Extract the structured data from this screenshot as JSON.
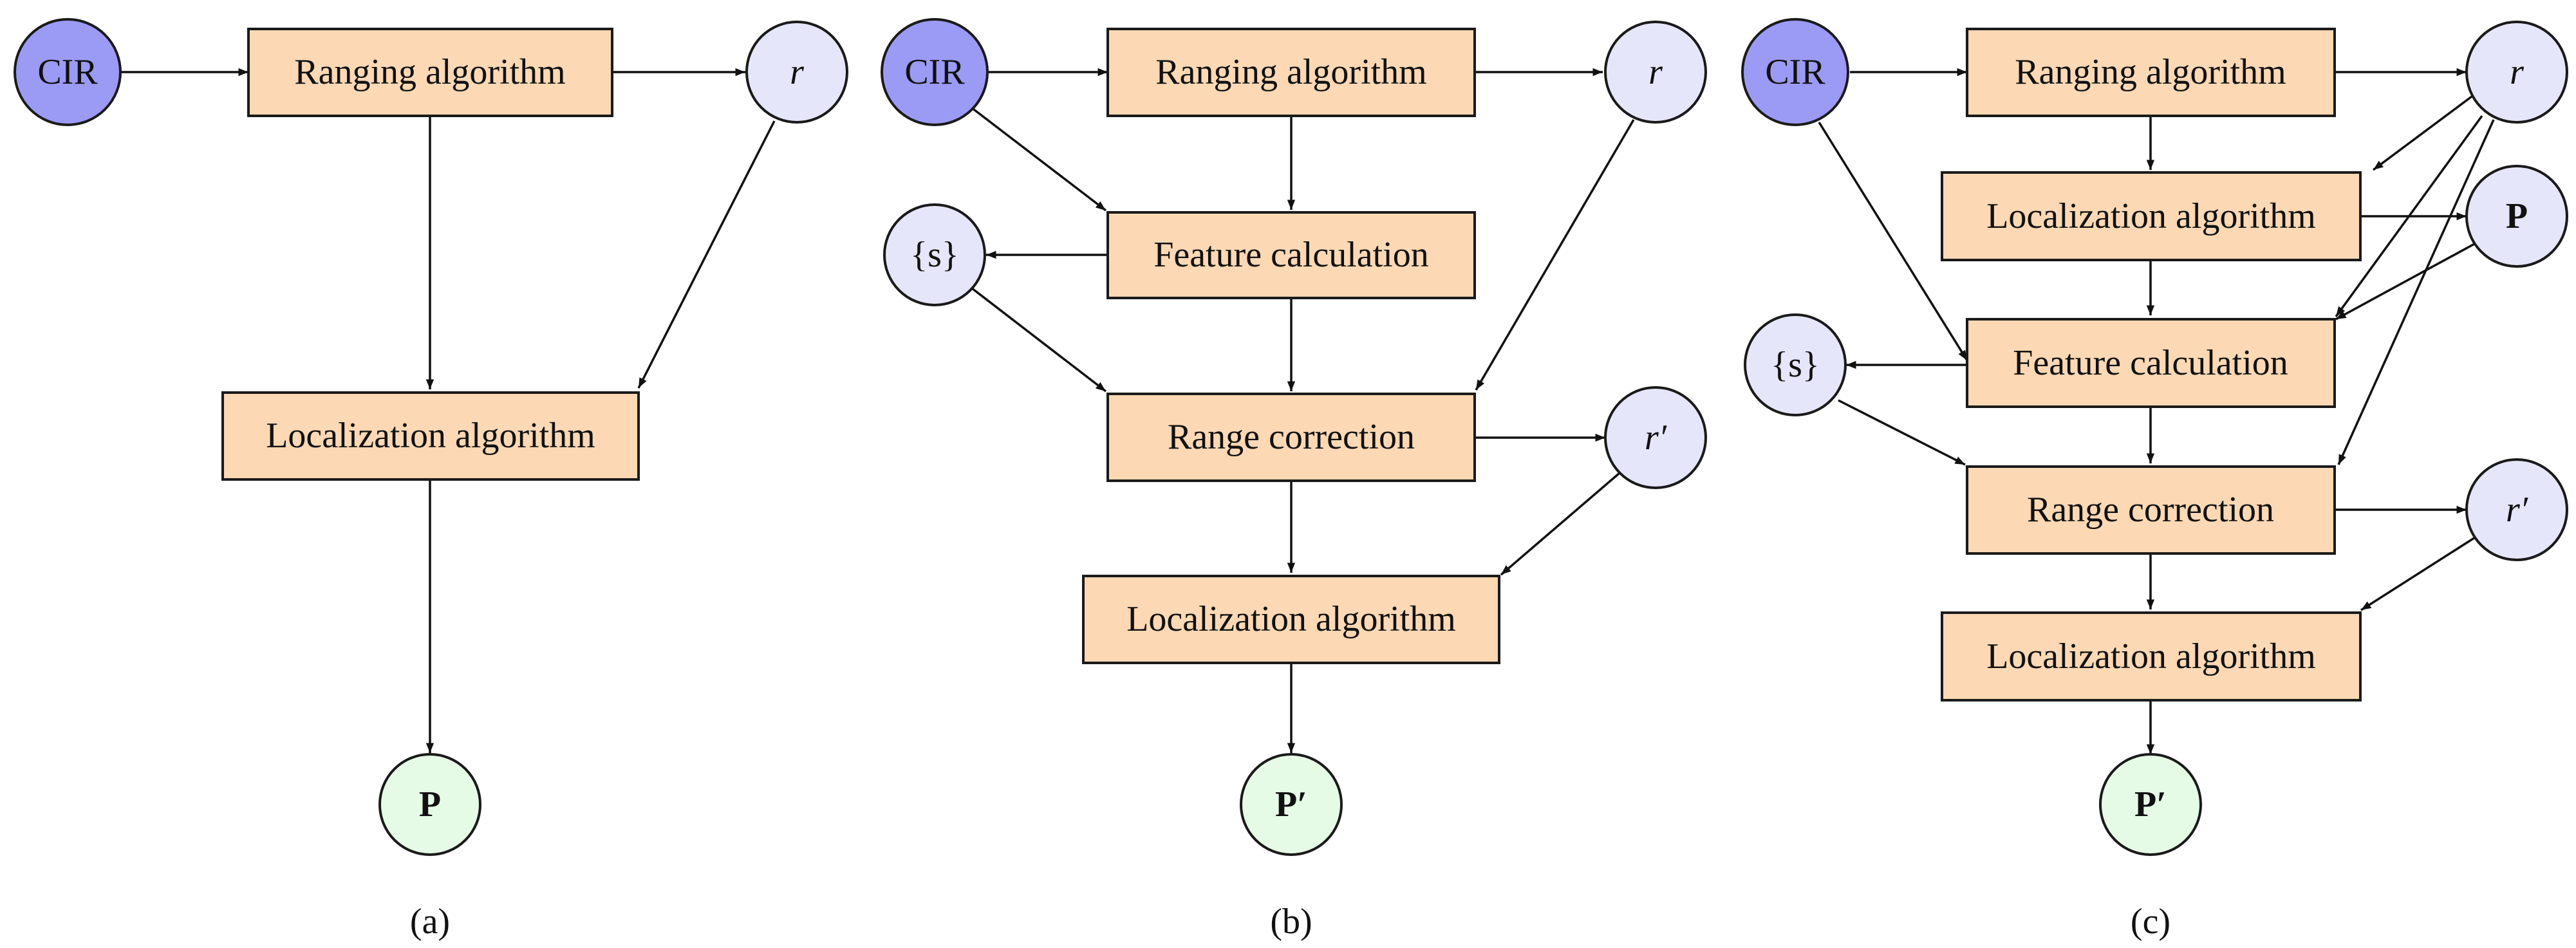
{
  "colors": {
    "process_fill": "#fcd8b4",
    "cir_fill": "#9b9bf5",
    "variable_fill": "#e6e6fa",
    "output_fill": "#e6fbe6",
    "stroke": "#1a1a1a"
  },
  "panels": [
    {
      "caption": "(a)",
      "cir": "CIR",
      "ranging": "Ranging algorithm",
      "r": "r",
      "localization": "Localization algorithm",
      "output": "P"
    },
    {
      "caption": "(b)",
      "cir": "CIR",
      "ranging": "Ranging algorithm",
      "r": "r",
      "feature": "Feature calculation",
      "s": "{s}",
      "correction": "Range correction",
      "r_prime": "r′",
      "localization": "Localization algorithm",
      "output": "P′"
    },
    {
      "caption": "(c)",
      "cir": "CIR",
      "ranging": "Ranging algorithm",
      "r": "r",
      "localization_1": "Localization algorithm",
      "p": "P",
      "feature": "Feature calculation",
      "s": "{s}",
      "correction": "Range correction",
      "r_prime": "r′",
      "localization_2": "Localization algorithm",
      "output": "P′"
    }
  ]
}
